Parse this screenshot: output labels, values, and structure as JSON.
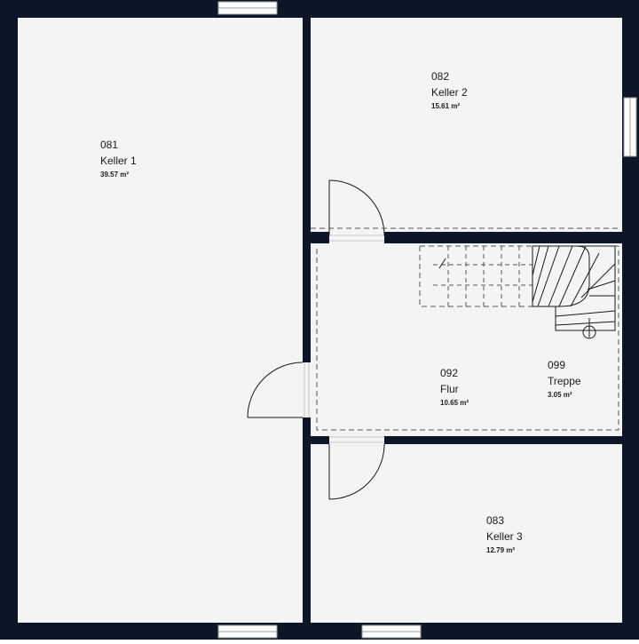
{
  "colors": {
    "wall": "#0d1627",
    "floor": "#f4f4f4",
    "window": "#ffffff",
    "line": "#1a1a1a"
  },
  "rooms": [
    {
      "id": "081",
      "number": "081",
      "name": "Keller 1",
      "area": "39.57 m²"
    },
    {
      "id": "082",
      "number": "082",
      "name": "Keller 2",
      "area": "15.61 m²"
    },
    {
      "id": "083",
      "number": "083",
      "name": "Keller 3",
      "area": "12.79 m²"
    },
    {
      "id": "092",
      "number": "092",
      "name": "Flur",
      "area": "10.65 m²"
    },
    {
      "id": "099",
      "number": "099",
      "name": "Treppe",
      "area": "3.05 m²"
    }
  ]
}
